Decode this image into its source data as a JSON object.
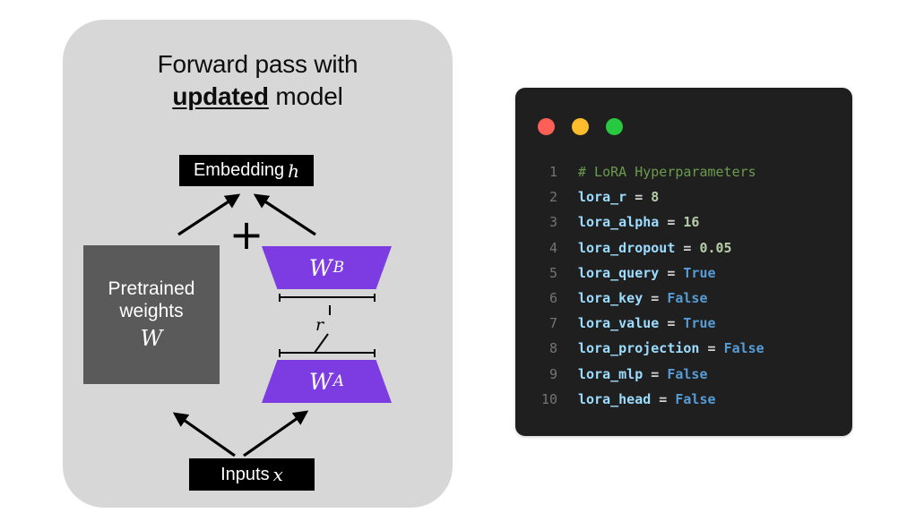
{
  "diagram": {
    "title_line1": "Forward pass with",
    "title_emph": "updated",
    "title_tail": " model",
    "embedding_label": "Embedding",
    "embedding_symbol": "h",
    "plus_symbol": "+",
    "pretrained_line1": "Pretrained",
    "pretrained_line2": "weights",
    "pretrained_symbol": "W",
    "trapezoid_b_label": "W",
    "trapezoid_b_sub": "B",
    "trapezoid_a_label": "W",
    "trapezoid_a_sub": "A",
    "rank_label": "r",
    "inputs_label": "Inputs",
    "inputs_symbol": "x",
    "colors": {
      "panel_background": "#d7d7d7",
      "pretrained_box": "#5a5a5a",
      "lora_purple": "#7d3ce2",
      "box_black": "#000000"
    }
  },
  "code_window": {
    "controls": [
      {
        "name": "close",
        "color": "#ff5f57"
      },
      {
        "name": "minimize",
        "color": "#fdbc2c"
      },
      {
        "name": "maximize",
        "color": "#28c840"
      }
    ],
    "colors": {
      "background": "#1f1f1f",
      "line_number": "#757575",
      "comment": "#6a9b4e",
      "variable": "#9cdcfe",
      "operator": "#d4d4d4",
      "number": "#b5cea8",
      "boolean": "#569cd6"
    },
    "lines": [
      {
        "n": "1",
        "tokens": [
          {
            "t": "# LoRA Hyperparameters",
            "c": "comment"
          }
        ]
      },
      {
        "n": "2",
        "tokens": [
          {
            "t": "lora_r",
            "c": "var"
          },
          {
            "t": " = ",
            "c": "op"
          },
          {
            "t": "8",
            "c": "num"
          }
        ]
      },
      {
        "n": "3",
        "tokens": [
          {
            "t": "lora_alpha",
            "c": "var"
          },
          {
            "t": " = ",
            "c": "op"
          },
          {
            "t": "16",
            "c": "num"
          }
        ]
      },
      {
        "n": "4",
        "tokens": [
          {
            "t": "lora_dropout",
            "c": "var"
          },
          {
            "t": " = ",
            "c": "op"
          },
          {
            "t": "0.05",
            "c": "num"
          }
        ]
      },
      {
        "n": "5",
        "tokens": [
          {
            "t": "lora_query",
            "c": "var"
          },
          {
            "t": " = ",
            "c": "op"
          },
          {
            "t": "True",
            "c": "bool"
          }
        ]
      },
      {
        "n": "6",
        "tokens": [
          {
            "t": "lora_key",
            "c": "var"
          },
          {
            "t": " = ",
            "c": "op"
          },
          {
            "t": "False",
            "c": "bool"
          }
        ]
      },
      {
        "n": "7",
        "tokens": [
          {
            "t": "lora_value",
            "c": "var"
          },
          {
            "t": " = ",
            "c": "op"
          },
          {
            "t": "True",
            "c": "bool"
          }
        ]
      },
      {
        "n": "8",
        "tokens": [
          {
            "t": "lora_projection",
            "c": "var"
          },
          {
            "t": " = ",
            "c": "op"
          },
          {
            "t": "False",
            "c": "bool"
          }
        ]
      },
      {
        "n": "9",
        "tokens": [
          {
            "t": "lora_mlp",
            "c": "var"
          },
          {
            "t": " = ",
            "c": "op"
          },
          {
            "t": "False",
            "c": "bool"
          }
        ]
      },
      {
        "n": "10",
        "tokens": [
          {
            "t": "lora_head",
            "c": "var"
          },
          {
            "t": " = ",
            "c": "op"
          },
          {
            "t": "False",
            "c": "bool"
          }
        ]
      }
    ]
  }
}
